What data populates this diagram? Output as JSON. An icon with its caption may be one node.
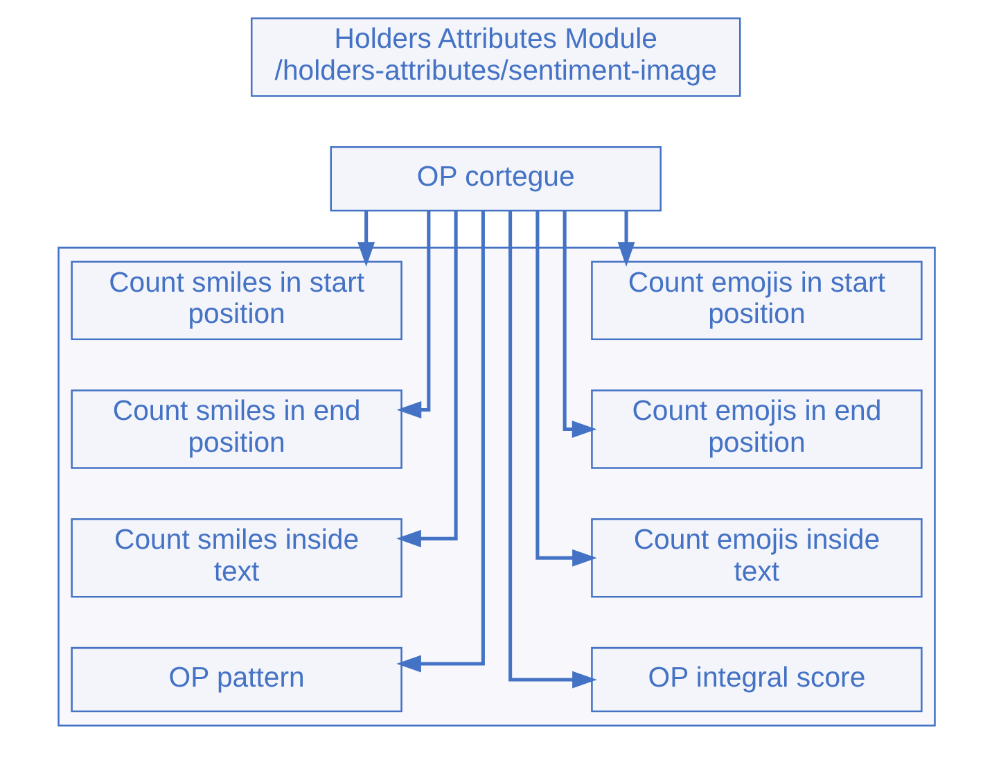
{
  "diagram": {
    "nodes": [
      {
        "text": [
          "Holders Attributes Module",
          "/holders-attributes/sentiment-image"
        ]
      },
      {
        "text": [
          "OP cortegue"
        ]
      },
      {
        "text": [],
        "shape": "box"
      },
      {
        "text": [
          "Count smiles in start position"
        ],
        "in": 2
      },
      {
        "text": [
          "Count emojis in start position"
        ],
        "in": 2
      },
      {
        "text": [
          "Count smiles in end position"
        ],
        "in": 2
      },
      {
        "text": [
          "Count emojis in end position"
        ],
        "in": 2
      },
      {
        "text": [
          "Count smiles inside text"
        ],
        "in": 2
      },
      {
        "text": [
          "Count emojis inside text"
        ],
        "in": 2
      },
      {
        "text": [
          "OP pattern"
        ],
        "in": 2
      },
      {
        "text": [
          "OP integral score"
        ],
        "in": 2
      }
    ],
    "edges": [
      {
        "from": 1,
        "to": 3,
        "arrow": "to"
      },
      {
        "from": 1,
        "to": 4,
        "arrow": "to"
      },
      {
        "from": 1,
        "to": 5,
        "arrow": "to"
      },
      {
        "from": 1,
        "to": 6,
        "arrow": "to"
      },
      {
        "from": 1,
        "to": 7,
        "arrow": "to"
      },
      {
        "from": 1,
        "to": 8,
        "arrow": "to"
      },
      {
        "from": 1,
        "to": 9,
        "arrow": "to"
      },
      {
        "from": 1,
        "to": 10,
        "arrow": "to"
      }
    ]
  }
}
